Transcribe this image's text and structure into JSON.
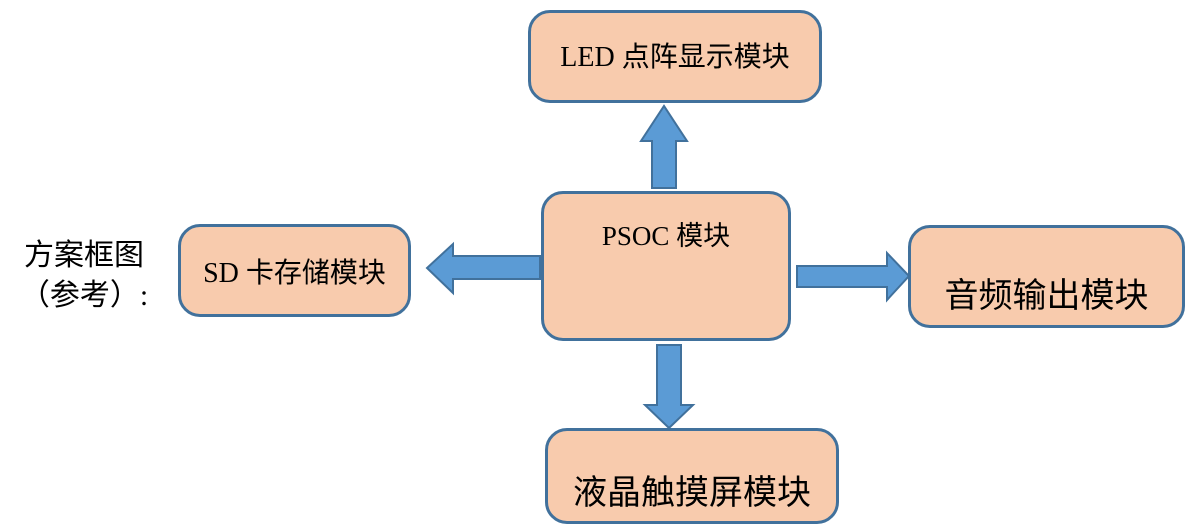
{
  "diagram": {
    "title_line1": "方案框图",
    "title_line2": "（参考）:",
    "nodes": {
      "psoc": "PSOC 模块",
      "led": "LED 点阵显示模块",
      "sd": "SD 卡存储模块",
      "audio": "音频输出模块",
      "lcd": "液晶触摸屏模块"
    },
    "edges": [
      {
        "from": "PSOC 模块",
        "to": "LED 点阵显示模块",
        "direction": "up"
      },
      {
        "from": "PSOC 模块",
        "to": "SD 卡存储模块",
        "direction": "left"
      },
      {
        "from": "PSOC 模块",
        "to": "音频输出模块",
        "direction": "right"
      },
      {
        "from": "PSOC 模块",
        "to": "液晶触摸屏模块",
        "direction": "down"
      }
    ],
    "colors": {
      "box_fill": "#f8cbad",
      "box_border": "#41719c",
      "arrow_fill": "#5b9bd5",
      "arrow_border": "#41719c"
    }
  }
}
